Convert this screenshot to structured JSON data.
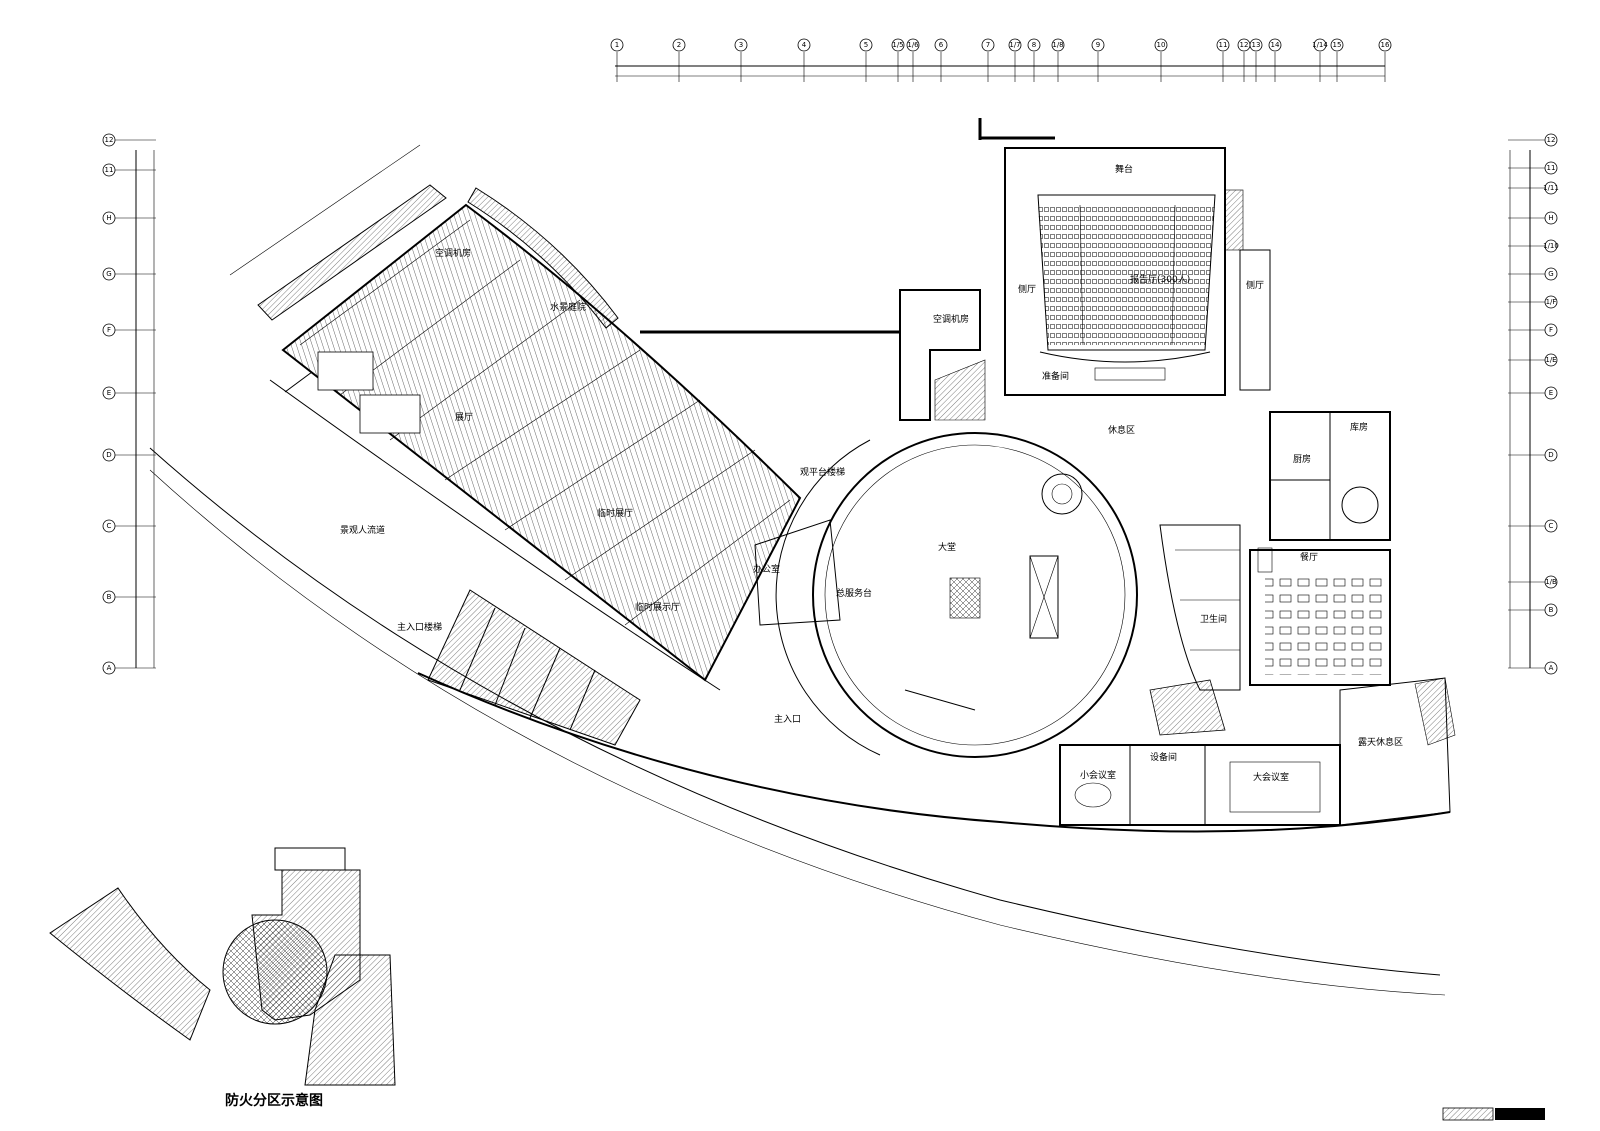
{
  "drawing": {
    "top_axes": [
      "1",
      "2",
      "3",
      "4",
      "5",
      "1/5",
      "1/6",
      "6",
      "7",
      "1/7",
      "8",
      "1/8",
      "9",
      "10",
      "11",
      "12",
      "13",
      "14",
      "1/14",
      "15",
      "16"
    ],
    "left_axes": [
      "12",
      "11",
      "H",
      "G",
      "F",
      "E",
      "D",
      "C",
      "B",
      "A"
    ],
    "right_axes": [
      "12",
      "11",
      "1/11",
      "H",
      "1/10",
      "G",
      "1/F",
      "F",
      "1/E",
      "E",
      "D",
      "C",
      "1/B",
      "B",
      "A"
    ],
    "rooms": {
      "auditorium": "舞台",
      "auditorium_seats": "报告厅(300人)",
      "aircon_1": "空调机房",
      "aircon_2": "空调机房",
      "exhibit_1": "展厅",
      "exhibit_2": "临时展厅",
      "exhibit_3": "临时展示厅",
      "lobby": "大堂",
      "rest_area": "休息区",
      "side_hall_1": "侧厅",
      "side_hall_2": "侧厅",
      "prep": "准备间",
      "service_desk": "总服务台",
      "main_entrance": "主入口",
      "main_stair": "主入口楼梯",
      "platform_stair": "观平台楼梯",
      "landscape_path": "景观人流道",
      "water_garden": "水景庭院",
      "restaurant": "餐厅",
      "kitchen": "厨房",
      "storage": "库房",
      "outdoor_rest": "露天休息区",
      "meeting_large": "大会议室",
      "meeting_small": "小会议室",
      "office": "办公室",
      "equipment": "设备间",
      "toilet": "卫生间"
    },
    "inset_title": "防火分区示意图"
  }
}
